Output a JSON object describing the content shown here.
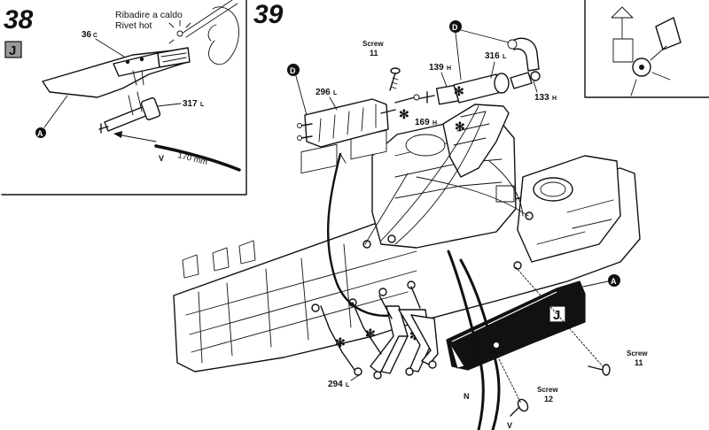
{
  "step38": {
    "number": "38",
    "badge": "J",
    "hot_it": "Ribadire a caldo",
    "hot_en": "Rivet hot",
    "part_36": "36",
    "part_36_suffix": "C",
    "part_317": "317",
    "part_317_suffix": "L",
    "callout_a": "A",
    "length": "170 mm",
    "wire_v": "V"
  },
  "step39": {
    "number": "39",
    "screw_label": "Screw",
    "screw_11_top": "11",
    "callout_d_left": "D",
    "part_296": "296",
    "part_296_suffix": "L",
    "part_139": "139",
    "part_139_suffix": "H",
    "callout_d_right": "D",
    "part_316": "316",
    "part_316_suffix": "L",
    "part_133": "133",
    "part_133_suffix": "H",
    "part_169": "169",
    "part_169_suffix": "H",
    "callout_a": "A",
    "badge": "J",
    "screw_11_right": "11",
    "screw_12": "12",
    "part_294": "294",
    "part_294_suffix": "L",
    "wire_n": "N",
    "wire_v": "V",
    "asterisk": "✻"
  }
}
